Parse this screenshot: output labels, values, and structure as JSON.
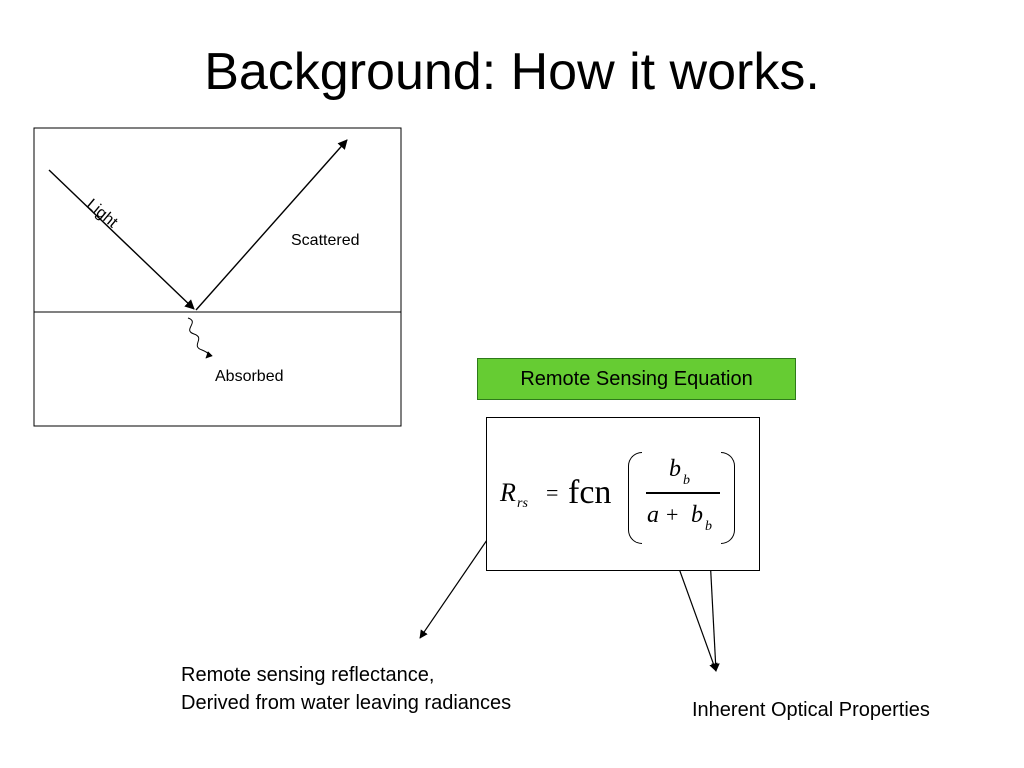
{
  "slide": {
    "title": "Background: How it works."
  },
  "diagram": {
    "light_label": "Light",
    "scattered_label": "Scattered",
    "absorbed_label": "Absorbed"
  },
  "equation": {
    "header": "Remote Sensing Equation",
    "lhs_symbol": "R",
    "lhs_subscript": "rs",
    "equals": "=",
    "function_name": "fcn",
    "numerator_symbol": "b",
    "numerator_subscript": "b",
    "denominator_a": "a",
    "denominator_plus": "+",
    "denominator_b": "b",
    "denominator_subscript": "b"
  },
  "annotations": {
    "reflectance_line1": "Remote sensing reflectance,",
    "reflectance_line2": "Derived from water leaving radiances",
    "iop_label": "Inherent Optical Properties"
  }
}
